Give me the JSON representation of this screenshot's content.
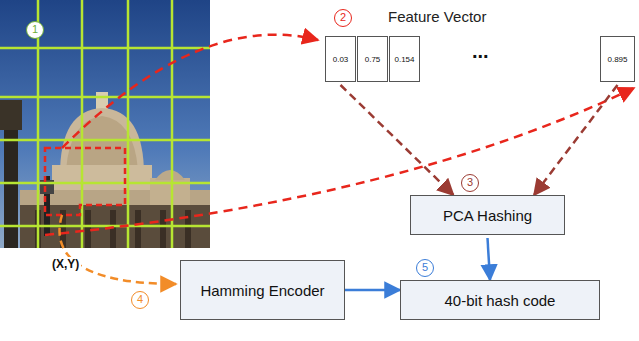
{
  "diagram": {
    "nodes": [
      {
        "text": [
          "0.03"
        ]
      },
      {
        "text": [
          "0.75"
        ]
      },
      {
        "text": [
          "0.154"
        ]
      },
      {
        "text": [
          "0.895"
        ]
      },
      {
        "text": [
          "PCA Hashing"
        ]
      },
      {
        "text": [
          "Hamming Encoder"
        ]
      },
      {
        "text": [
          "40-bit hash code"
        ]
      }
    ],
    "edges": [
      {
        "from": 0,
        "to": 4,
        "arrow": "to"
      },
      {
        "from": 3,
        "to": 4,
        "arrow": "to"
      },
      {
        "from": 4,
        "to": 6,
        "arrow": "to"
      },
      {
        "from": 5,
        "to": 6,
        "arrow": "to"
      }
    ],
    "labels": [
      "1",
      "2",
      "Feature Vector",
      "...",
      "3",
      "(X,Y)",
      "4",
      "5"
    ]
  }
}
